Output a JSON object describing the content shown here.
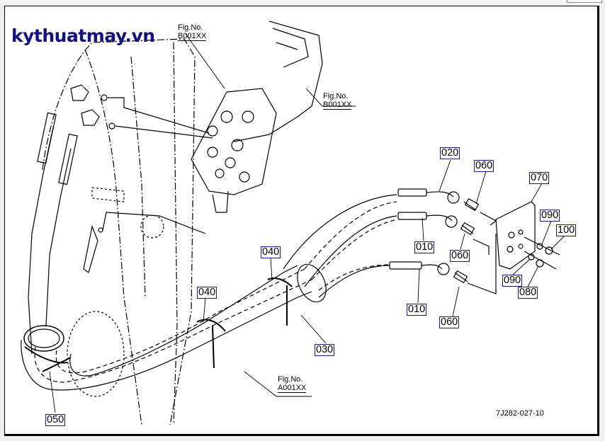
{
  "watermark": "kythuatmay.vn",
  "drawing_number": "7J282-027-10",
  "figure_references": [
    {
      "label": "Fig.No.",
      "number": "B001XX",
      "position": "top-center"
    },
    {
      "label": "Fig.No.",
      "number": "B001XX",
      "position": "right-of-valve"
    },
    {
      "label": "Fig.No.",
      "number": "A001XX",
      "position": "bottom-center"
    }
  ],
  "part_callouts": [
    {
      "id": "020"
    },
    {
      "id": "060"
    },
    {
      "id": "070"
    },
    {
      "id": "090"
    },
    {
      "id": "100"
    },
    {
      "id": "010"
    },
    {
      "id": "060"
    },
    {
      "id": "090"
    },
    {
      "id": "080"
    },
    {
      "id": "010"
    },
    {
      "id": "060"
    },
    {
      "id": "040"
    },
    {
      "id": "040"
    },
    {
      "id": "030"
    },
    {
      "id": "050"
    }
  ],
  "colors": {
    "callout_border": "#1a1a7a",
    "watermark": "#12127e",
    "line": "#000000"
  }
}
